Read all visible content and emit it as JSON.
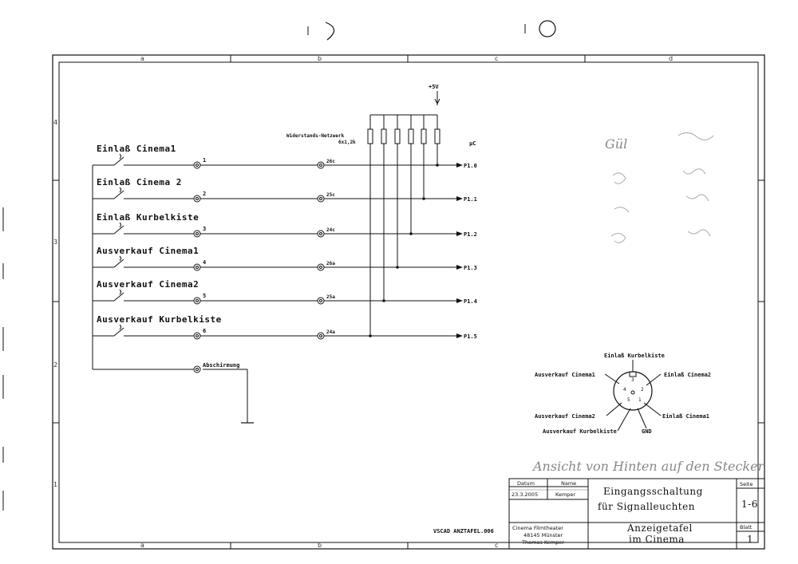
{
  "grid": {
    "top_cols": [
      "a",
      "b",
      "c",
      "d"
    ],
    "bottom_cols": [
      "a",
      "b",
      "c"
    ],
    "rows": [
      "4",
      "3",
      "2",
      "1"
    ]
  },
  "supply": {
    "voltage": "+5V",
    "network_label": "Widerstands-Netzwerk",
    "network_value": "6x1,2k",
    "mcu": "µC"
  },
  "switches": [
    {
      "label": "Einlaß Cinema1",
      "pin": "1",
      "conn": "26c",
      "port": "P1.0"
    },
    {
      "label": "Einlaß Cinema 2",
      "pin": "2",
      "conn": "25c",
      "port": "P1.1"
    },
    {
      "label": "Einlaß Kurbelkiste",
      "pin": "3",
      "conn": "24c",
      "port": "P1.2"
    },
    {
      "label": "Ausverkauf Cinema1",
      "pin": "4",
      "conn": "26a",
      "port": "P1.3"
    },
    {
      "label": "Ausverkauf Cinema2",
      "pin": "5",
      "conn": "25a",
      "port": "P1.4"
    },
    {
      "label": "Ausverkauf Kurbelkiste",
      "pin": "6",
      "conn": "24a",
      "port": "P1.5"
    }
  ],
  "shield_label": "Abschirmung",
  "plug": {
    "top": "Einlaß Kurbelkiste",
    "left_top": "Ausverkauf Cinema1",
    "right_top": "Einlaß Cinema2",
    "left_bottom": "Ausverkauf Cinema2",
    "right_bottom": "Einlaß Cinema1",
    "bottom_left": "Ausverkauf Kurbelkiste",
    "bottom_right": "GND",
    "pins": [
      "3",
      "4",
      "2",
      "5",
      "1"
    ]
  },
  "handwriting": {
    "line1": "Gül",
    "line2": "Ansicht von Hinten auf den Stecker"
  },
  "titleblock": {
    "h_date": "Datum",
    "h_name": "Name",
    "date": "23.3.2005",
    "name": "Kemper",
    "title1": "Eingangsschaltung",
    "title2": "für Signalleuchten",
    "h_page": "Seite",
    "page": "1-6",
    "company1": "Cinema Filmtheater",
    "company2": "48145 Münster",
    "company3": "Thomas Kemper",
    "subtitle1": "Anzeigetafel",
    "subtitle2": "im Cinema",
    "h_sheet": "Blatt",
    "sheet": "1",
    "file": "VSCAD ANZTAFEL.006"
  }
}
